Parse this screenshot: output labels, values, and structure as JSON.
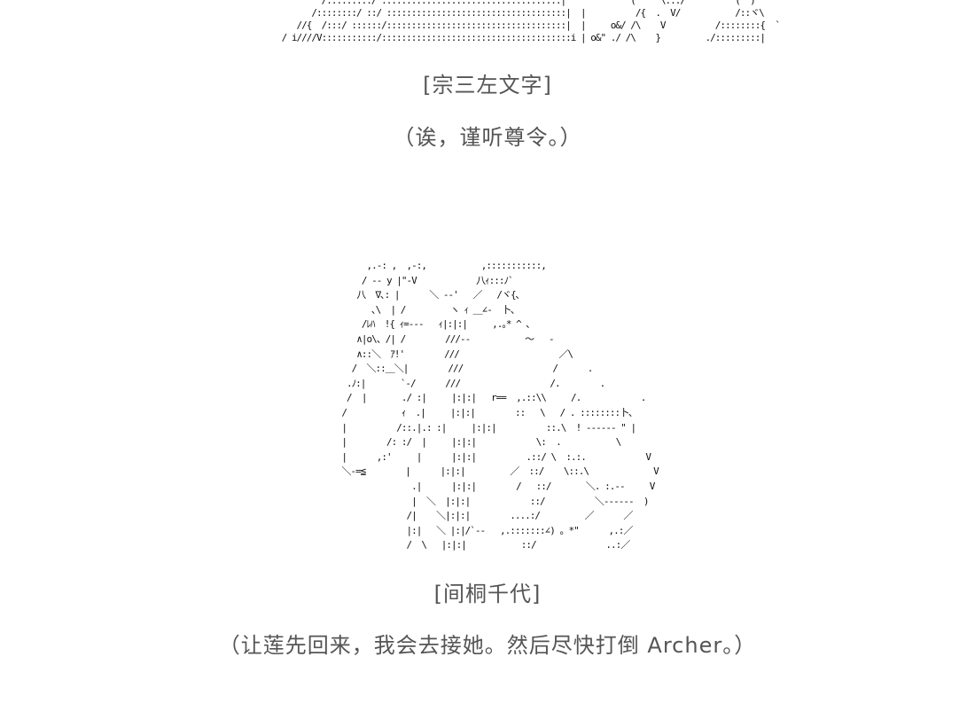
{
  "panels": [
    {
      "art": "         /:::::::::/ ::::::::::::::::::::::::::::::::::::|             (    ‘\\:::/          (  )\n       /::::::::/ ::/ ::::::::::::::::::::::::::::::::::::|  |          /{  .  V/           /::ヾ\\\n    //{  /:::/ ::::::/::::::::::::::::::::::::::::::::::::|  |     o&/ /\\    V          /::::::::{  `\n / i////V:::::::::::/::::::::::::::::::::::::::::::::::::::i | o&\" ./ /\\    }         ./:::::::::|",
      "speaker": "[宗三左文字]",
      "line": "（诶，谨听尊令。）"
    },
    {
      "art": "            ,.-: ,  ,-:,           ,:::::::::::,\n           / ‐‐ y |\"‐V            八ｨ:::ﾉ`\n          八  ∇､: |      ＼ ‐‐'   ／   /ヾ{､\n             ､\\  | /         ヽ ｨ ＿∠‐  卜､\n           /ﾚﾊ  !{ ｨ=‐‐‐   ｨ|:|:|     ,.｡* ^ ､\n          ∧|o\\、/| /        ///‐‐           ～   ‐\n          ∧::＼  ｱ!'        ///                    ／\\\n         /  ＼::＿＼|        ///                  /      .\n        .ﾉ:|       `‐/      ///                  /.        .\n        /  |       ./ :|     |:|:|   r==  ,.::\\\\     /.            .\n       /           ｨ  .|     |:|:|        ::   \\   / . ::::::::卜､\n       |          /::.|.: :|     |:|:|          ::.\\  ! ‐‐‐‐‐‐ \" |\n       |        /: :/  |     |:|:|            \\:  .           \\\n       |      ,:'     |      |:|:|          .::/ \\  :.:.            V\n       ＼‐=≦        |      |:|:|         ／  ::/    \\::.\\             V\n                     .|      |:|:|        /   ::/       ＼. :.‐‐     V\n                     |  ＼  |:|:|            ::/          ＼‐‐‐‐‐‐  )\n                    /|    ＼|:|:|        ....:/         ／      ／\n                    |:|   ＼ |:|/`‐‐   ,.:::::::∠) 。*\"      ,.:／\n                    /  \\   |:|:|           ::/              ..:／",
      "speaker": "[间桐千代]",
      "line": "（让莲先回来，我会去接她。然后尽快打倒 Archer。）"
    }
  ]
}
